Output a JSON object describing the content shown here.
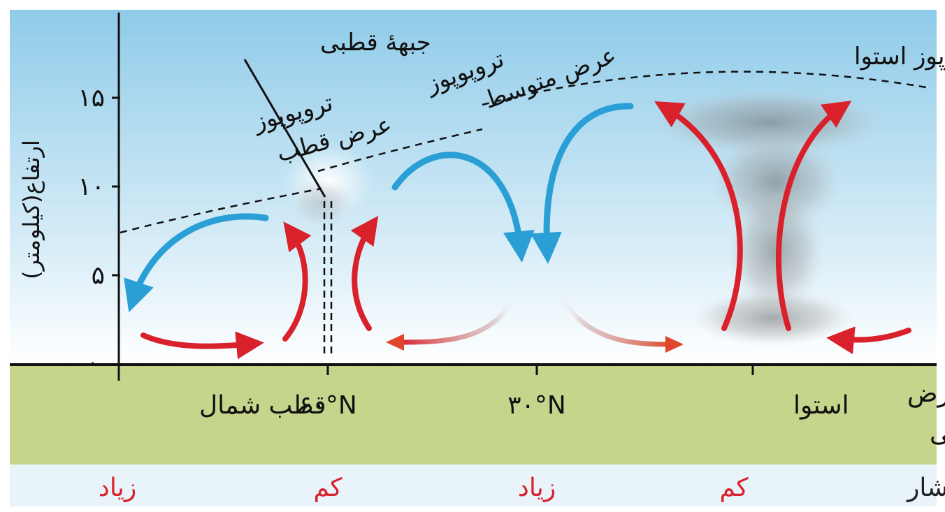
{
  "y_axis": {
    "label": "ارتفاع(کیلومتر)",
    "ticks": [
      "۰",
      "۵",
      "۱۰",
      "۱۵"
    ]
  },
  "labels": {
    "polar_front": "جبههٔ قطبی",
    "polar_tropopause": [
      "تروپوپوز",
      "عرض قطب"
    ],
    "mid_tropopause": [
      "تروپوپوز",
      "عرض متوسط"
    ],
    "equatorial_tropopause": "تروپوپوز استوا"
  },
  "latitude": {
    "title": [
      "عرض",
      "جغرافیایی"
    ],
    "north_pole": "قطب شمال",
    "lat60": "۶۰°N",
    "lat30": "۳۰°N",
    "equator": "استوا"
  },
  "pressure": {
    "title": "فشار",
    "values": [
      "زیاد",
      "کم",
      "زیاد",
      "کم"
    ]
  },
  "colors": {
    "sky_top": "#8fcbe9",
    "sky_bottom": "#ffffff",
    "ground": "#c6d58c",
    "pressure_band": "#e8f3fa",
    "red_arrow": "#d9212b",
    "blue_arrow": "#2a9fd6",
    "text": "#111111",
    "pressure_text": "#d9212b"
  }
}
